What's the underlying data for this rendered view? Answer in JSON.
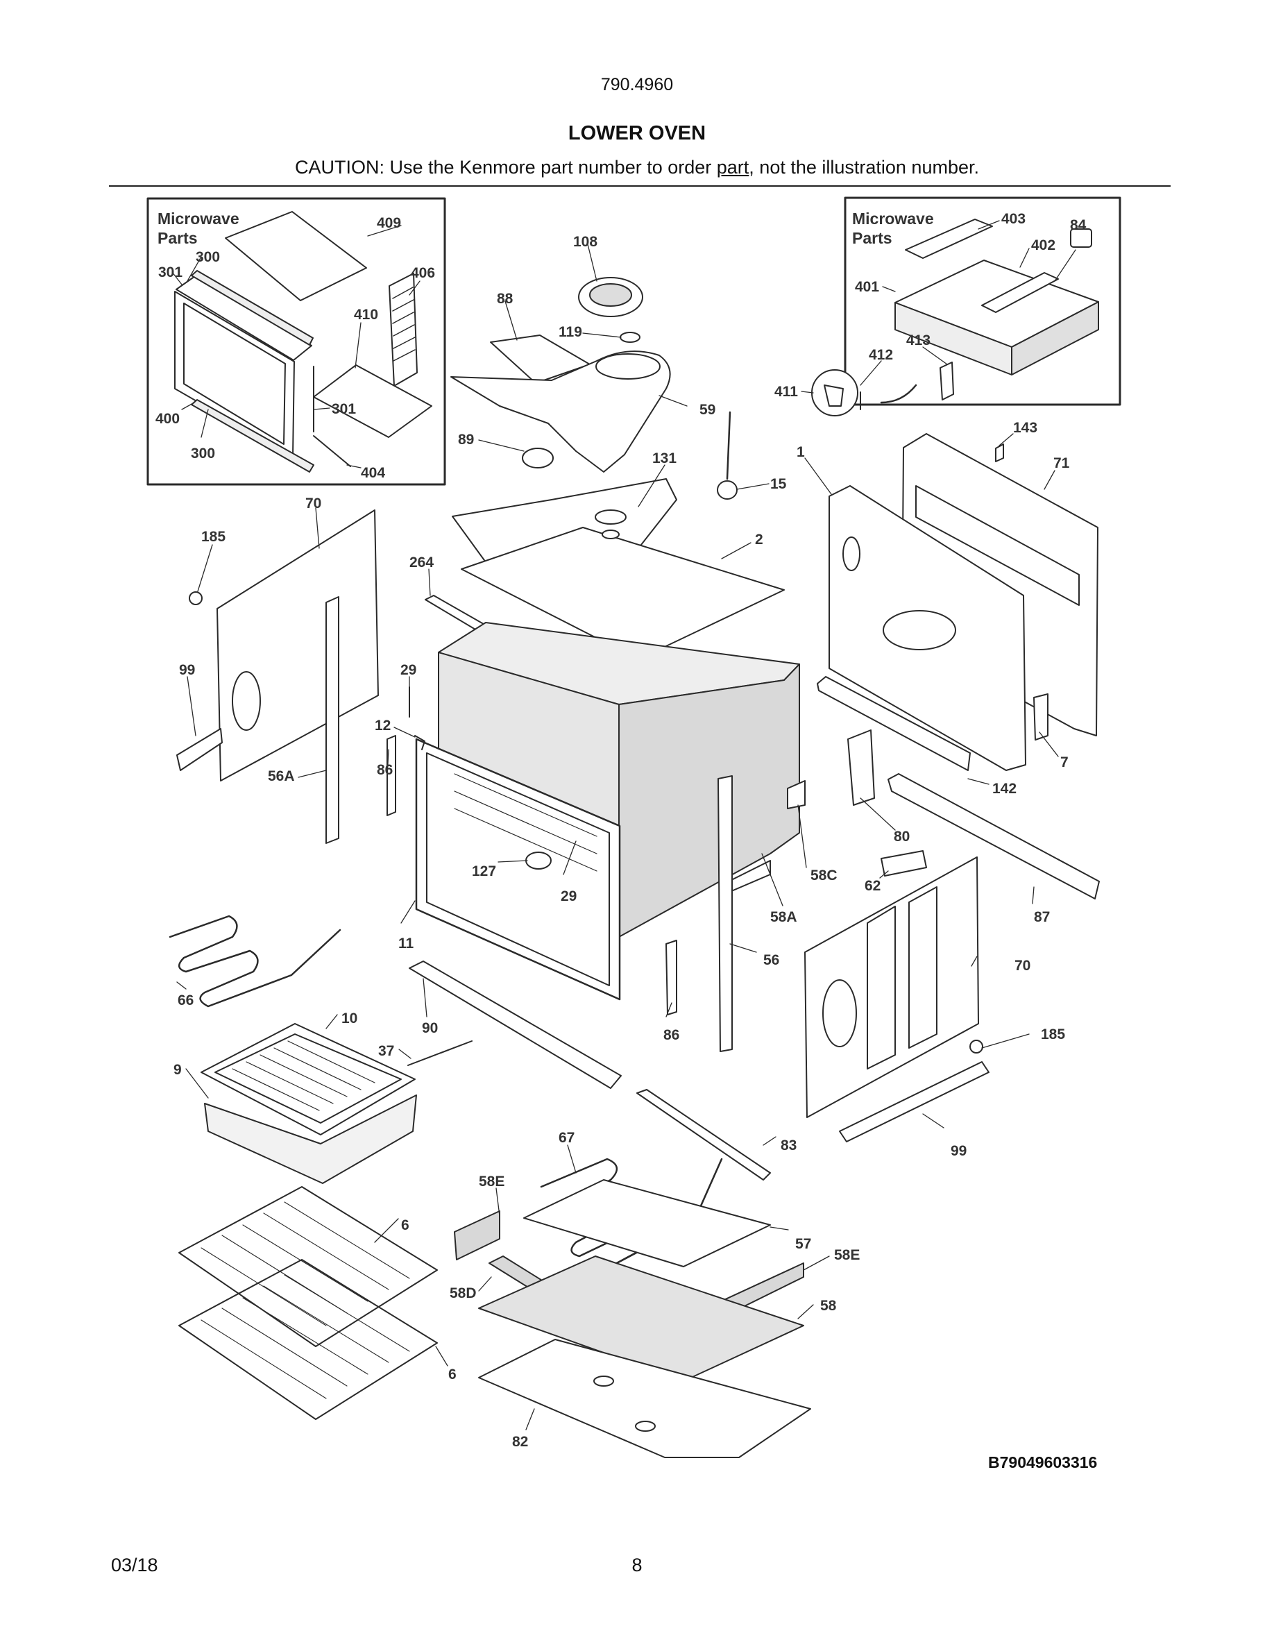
{
  "header": {
    "model_number": "790.4960",
    "section_title": "LOWER OVEN",
    "caution_before": "CAUTION: Use the Kenmore part number to order ",
    "caution_underlined": "part",
    "caution_after": ", not the illustration number."
  },
  "insets": [
    {
      "title_line1": "Microwave",
      "title_line2": "Parts"
    },
    {
      "title_line1": "Microwave",
      "title_line2": "Parts"
    }
  ],
  "part_callouts": [
    "409",
    "300",
    "301",
    "406",
    "410",
    "301",
    "400",
    "300",
    "404",
    "108",
    "88",
    "119",
    "59",
    "89",
    "131",
    "15",
    "403",
    "84",
    "402",
    "401",
    "412",
    "413",
    "411",
    "143",
    "1",
    "71",
    "185",
    "70",
    "264",
    "2",
    "99",
    "29",
    "12",
    "56A",
    "86",
    "7",
    "142",
    "80",
    "127",
    "29",
    "58C",
    "62",
    "87",
    "11",
    "58A",
    "66",
    "56",
    "70",
    "10",
    "90",
    "86",
    "185",
    "37",
    "9",
    "99",
    "67",
    "83",
    "58E",
    "6",
    "57",
    "58E",
    "58D",
    "58",
    "6",
    "82"
  ],
  "footer": {
    "date": "03/18",
    "page_number": "8",
    "diagram_code": "B79049603316"
  }
}
